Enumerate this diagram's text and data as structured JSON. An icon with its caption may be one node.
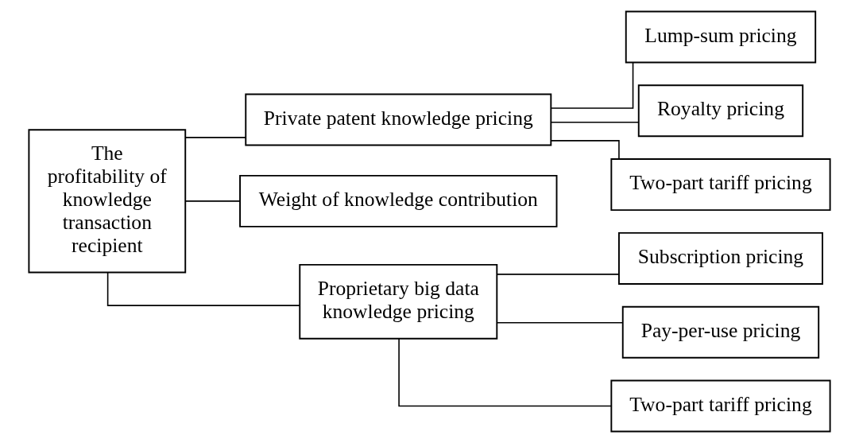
{
  "diagram": {
    "nodes": [
      {
        "text": [
          "The profitability of knowledge transaction recipient"
        ]
      },
      {
        "text": [
          "Private patent knowledge pricing"
        ]
      },
      {
        "text": [
          "Weight of knowledge contribution"
        ]
      },
      {
        "text": [
          "Proprietary big data knowledge pricing"
        ]
      },
      {
        "text": [
          "Lump-sum pricing"
        ]
      },
      {
        "text": [
          "Royalty pricing"
        ]
      },
      {
        "text": [
          "Two-part tariff pricing"
        ]
      },
      {
        "text": [
          "Subscription pricing"
        ]
      },
      {
        "text": [
          "Pay-per-use pricing"
        ]
      },
      {
        "text": [
          "Two-part tariff pricing"
        ]
      }
    ],
    "edges": [
      {
        "from": 0,
        "to": 1,
        "arrow": "none"
      },
      {
        "from": 0,
        "to": 2,
        "arrow": "none"
      },
      {
        "from": 0,
        "to": 3,
        "arrow": "none"
      },
      {
        "from": 1,
        "to": 4,
        "arrow": "none"
      },
      {
        "from": 1,
        "to": 5,
        "arrow": "none"
      },
      {
        "from": 1,
        "to": 6,
        "arrow": "none"
      },
      {
        "from": 3,
        "to": 7,
        "arrow": "none"
      },
      {
        "from": 3,
        "to": 8,
        "arrow": "none"
      },
      {
        "from": 3,
        "to": 9,
        "arrow": "none"
      }
    ]
  }
}
